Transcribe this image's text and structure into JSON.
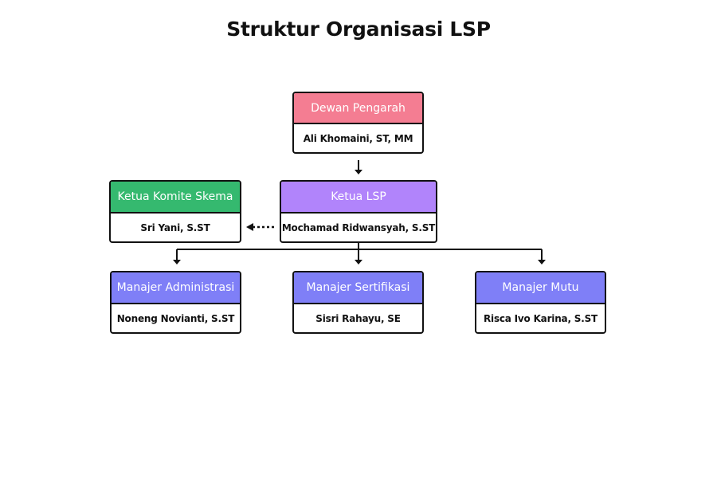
{
  "title": "Struktur Organisasi LSP",
  "nodes": {
    "dewan": {
      "role": "Dewan Pengarah",
      "name": "Ali Khomaini, ST, MM",
      "color": "#f47d92"
    },
    "ketua": {
      "role": "Ketua LSP",
      "name": "Mochamad Ridwansyah, S.ST",
      "color": "#b184fb"
    },
    "komite": {
      "role": "Ketua Komite Skema",
      "name": "Sri Yani, S.ST",
      "color": "#35b96f"
    },
    "admin": {
      "role": "Manajer Administrasi",
      "name": "Noneng Novianti, S.ST",
      "color": "#7f7ff7"
    },
    "sert": {
      "role": "Manajer Sertifikasi",
      "name": "Sisri Rahayu, SE",
      "color": "#7f7ff7"
    },
    "mutu": {
      "role": "Manajer Mutu",
      "name": "Risca Ivo Karina, S.ST",
      "color": "#7f7ff7"
    }
  },
  "edges": [
    {
      "from": "dewan",
      "to": "ketua",
      "style": "solid"
    },
    {
      "from": "ketua",
      "to": "komite",
      "style": "dotted"
    },
    {
      "from": "ketua",
      "to": "admin",
      "style": "solid"
    },
    {
      "from": "ketua",
      "to": "sert",
      "style": "solid"
    },
    {
      "from": "ketua",
      "to": "mutu",
      "style": "solid"
    }
  ]
}
